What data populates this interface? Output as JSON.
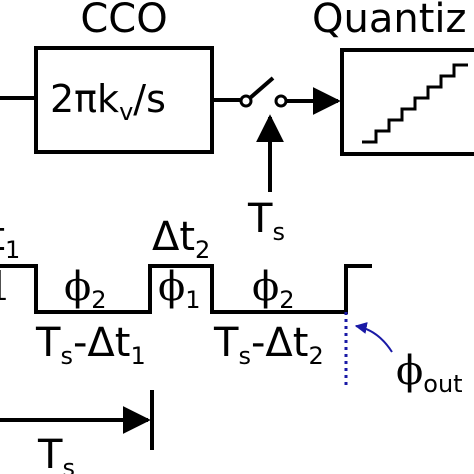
{
  "cco": {
    "title": "CCO",
    "transfer_main": "2πk",
    "transfer_sub": "v",
    "transfer_tail": "/s"
  },
  "quantizer": {
    "title": "Quantiz"
  },
  "sampler": {
    "clock_main": "T",
    "clock_sub": "s"
  },
  "timing": {
    "dt1_main": "Δt",
    "dt1_sub": "1",
    "dt2_main": "Δt",
    "dt2_sub": "2",
    "phi_symbol": "ϕ",
    "phi1_sub": "1",
    "phi2_sub": "2",
    "phi1_left_sub": "1",
    "interval1_main": "T",
    "interval1_sub": "s",
    "interval1_rest": "-Δt",
    "interval1_rest_sub": "1",
    "interval2_main": "T",
    "interval2_sub": "s",
    "interval2_rest": "-Δt",
    "interval2_rest_sub": "2",
    "phi_out_symbol": "ϕ",
    "phi_out_sub": "out",
    "phi_out_suffix": "=",
    "period_main": "T",
    "period_sub": "s"
  },
  "colors": {
    "line": "#000000",
    "marker": "#1a1aa6",
    "background": "#ffffff"
  }
}
